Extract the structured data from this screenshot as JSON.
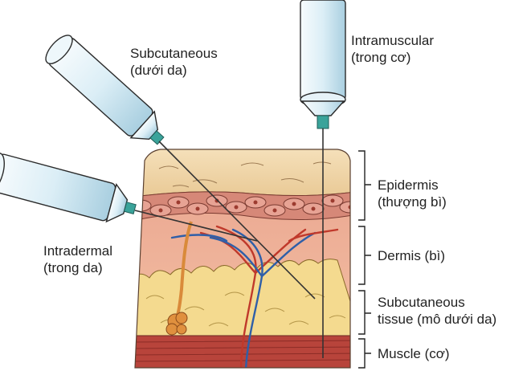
{
  "labels": {
    "subcutaneous_inj": {
      "line1": "Subcutaneous",
      "line2": "(dưới da)"
    },
    "intramuscular_inj": {
      "line1": "Intramuscular",
      "line2": "(trong cơ)"
    },
    "intradermal_inj": {
      "line1": "Intradermal",
      "line2": "(trong da)"
    }
  },
  "layers": {
    "epidermis": {
      "line1": "Epidermis",
      "line2": "(thượng bì)"
    },
    "dermis": {
      "line1": "Dermis (bì)"
    },
    "subcutaneous_tissue": {
      "line1": "Subcutaneous",
      "line2": "tissue (mô dưới da)"
    },
    "muscle": {
      "line1": "Muscle (cơ)"
    }
  },
  "colors": {
    "epidermis_top": "#f3dcb0",
    "cell_layer": "#c8756a",
    "dermis": "#eeae96",
    "fat": "#f3d98e",
    "muscle": "#b8443b",
    "syringe_barrel": "#dceef6",
    "needle_hub": "#3aa39a"
  }
}
